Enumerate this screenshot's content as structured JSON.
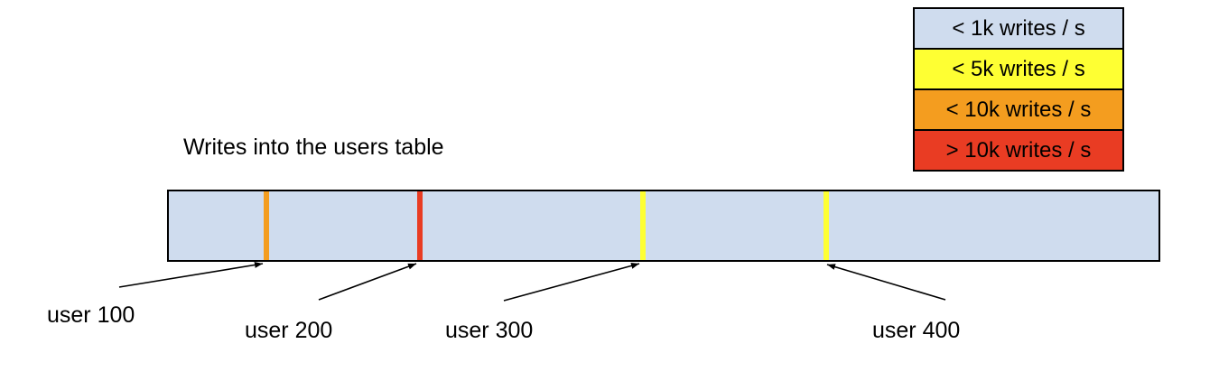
{
  "title": "Writes into the users table",
  "legend": {
    "items": [
      {
        "label": "< 1k writes / s",
        "color": "#cfdcee"
      },
      {
        "label": "< 5k writes / s",
        "color": "#feff33"
      },
      {
        "label": "< 10k writes / s",
        "color": "#f49d1f"
      },
      {
        "label": "> 10k writes / s",
        "color": "#e93c23"
      }
    ]
  },
  "bar": {
    "fill_color": "#cfdcee",
    "border_color": "#000000",
    "markers": [
      {
        "user": "user 100",
        "color": "#f49d1f",
        "rate": "< 10k writes / s"
      },
      {
        "user": "user 200",
        "color": "#e93c23",
        "rate": "> 10k writes / s"
      },
      {
        "user": "user 300",
        "color": "#feff33",
        "rate": "< 5k writes / s"
      },
      {
        "user": "user 400",
        "color": "#feff33",
        "rate": "< 5k writes / s"
      }
    ]
  }
}
